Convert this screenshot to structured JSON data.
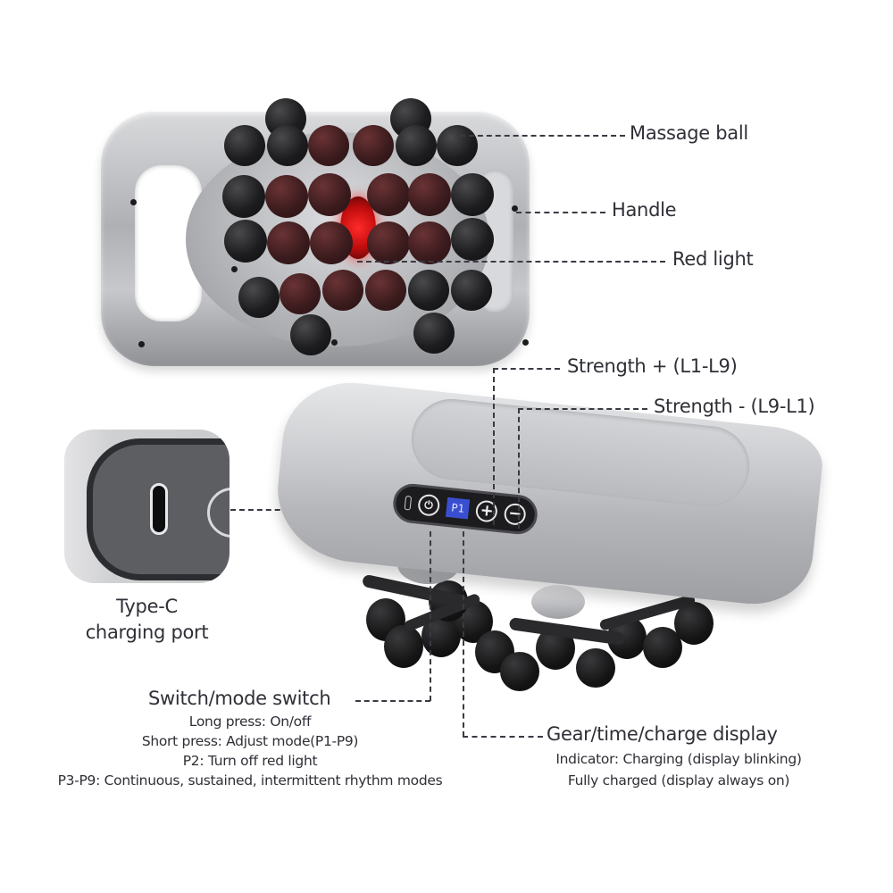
{
  "callouts": {
    "massage_ball": "Massage ball",
    "handle": "Handle",
    "red_light": "Red light",
    "strength_plus": "Strength +  (L1-L9)",
    "strength_minus": "Strength - (L9-L1)",
    "type_c": {
      "line1": "Type-C",
      "line2": "charging port"
    },
    "switch": {
      "title": "Switch/mode switch",
      "lines": [
        "Long press: On/off",
        "Short press: Adjust mode(P1-P9)",
        "P2: Turn off red light",
        "P3-P9: Continuous, sustained, intermittent rhythm modes"
      ]
    },
    "display": {
      "title": "Gear/time/charge display",
      "lines": [
        "Indicator: Charging (display blinking)",
        "Fully charged (display always on)"
      ]
    }
  },
  "control_panel": {
    "display_value": "P1",
    "plus_symbol": "+",
    "minus_symbol": "−",
    "mode_symbol": "⏻"
  },
  "colors": {
    "text": "#2f2f37",
    "display_blue": "#3a4fd0",
    "red_light": "#e01515",
    "device_silver": "#c0c1c4"
  }
}
